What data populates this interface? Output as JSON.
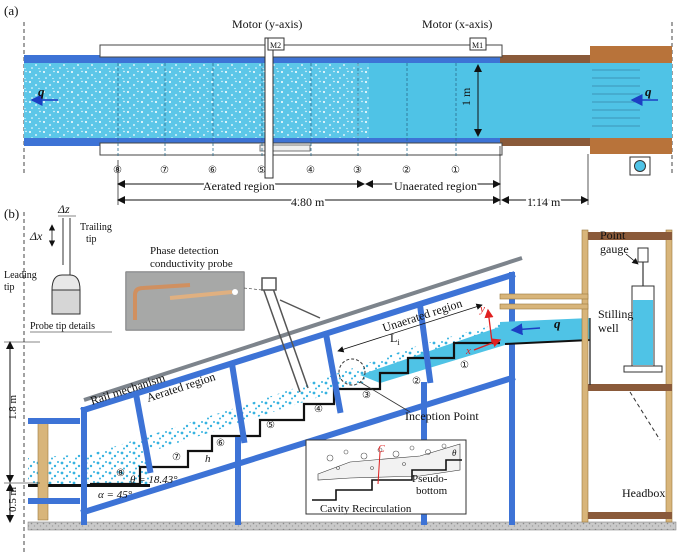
{
  "panel_a": {
    "label": "(a)",
    "motor_y": "Motor (y-axis)",
    "motor_x": "Motor (x-axis)",
    "m2": "M2",
    "m1": "M1",
    "q": "q",
    "width": "1 m",
    "stations": [
      "⑧",
      "⑦",
      "⑥",
      "⑤",
      "④",
      "③",
      "②",
      "①"
    ],
    "aerated_region": "Aerated region",
    "unaerated_region": "Unaerated region",
    "dist_1": "4.80 m",
    "dist_2": "1.14 m"
  },
  "panel_b": {
    "label": "(b)",
    "delta_z": "Δz",
    "delta_x": "Δx",
    "trailing_tip": [
      "Trailing",
      "tip"
    ],
    "leading_tip": [
      "Leading",
      "tip"
    ],
    "probe_tip_details": "Probe tip details",
    "probe_title": [
      "Phase detection",
      "conductivity probe"
    ],
    "point_gauge": [
      "Point",
      "gauge"
    ],
    "stilling_well": [
      "Stilling",
      "well"
    ],
    "q": "q",
    "x": "x",
    "y": "y",
    "unaerated_region": "Unaerated region",
    "aerated_region": "Aerated region",
    "rail_mechanism": "Rail mechanism",
    "li": "L",
    "li_sub": "i",
    "inception_point": "Inception Point",
    "h": "h",
    "theta": "θ = 18.43°",
    "alpha": "α = 45°",
    "height_1": "1.8 m",
    "height_2": "0.5 m",
    "c_label": "C",
    "theta_small": "θ",
    "pseudo_bottom": [
      "Pseudo-",
      "bottom"
    ],
    "cavity_recirculation": "Cavity Recirculation",
    "headbox": "Headbox",
    "stations": [
      "⑧",
      "⑦",
      "⑥",
      "⑤",
      "④",
      "③",
      "②",
      "①"
    ]
  },
  "colors": {
    "water": "#4fc3e6",
    "frame": "#3d73d6",
    "rail": "#6f7680",
    "wood": "#b8733a",
    "tan": "#d8b57a"
  }
}
